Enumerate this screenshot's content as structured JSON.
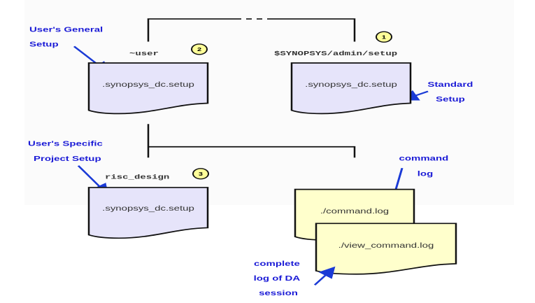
{
  "labels": {
    "general_setup": [
      "User's General",
      "Setup"
    ],
    "specific_setup": [
      "User's Specific",
      "Project Setup"
    ],
    "standard_setup": [
      "Standard",
      "Setup"
    ],
    "command_log": [
      "command",
      "log"
    ],
    "complete_log": [
      "complete",
      "log of DA",
      "session"
    ]
  },
  "locations": {
    "user": "~user",
    "admin": "$SYNOPSYS/admin/setup",
    "design": "risc_design"
  },
  "badges": {
    "admin": "1",
    "user": "2",
    "design": "3"
  },
  "files": {
    "user_setup": ".synopsys_dc.setup",
    "admin_setup": ".synopsys_dc.setup",
    "design_setup": ".synopsys_dc.setup",
    "command_log": "./command.log",
    "view_command_log": "./view_command.log"
  },
  "colors": {
    "setup_fill": "#e6e4fa",
    "log_fill": "#ffffcc",
    "label_blue": "#1a1ad6",
    "badge_fill": "#ffff99"
  }
}
